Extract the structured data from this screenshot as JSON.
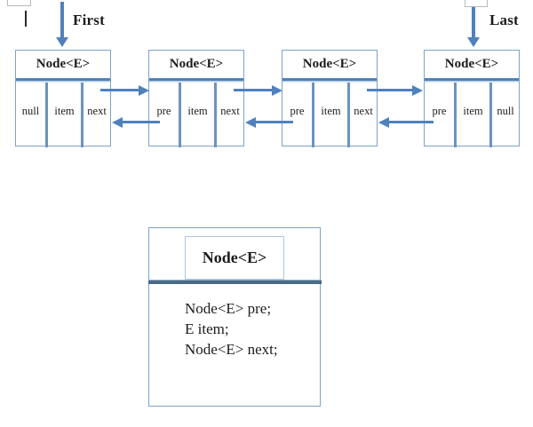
{
  "colors": {
    "arrow_blue": "#4f81bd",
    "node_border": "#7ba3cc",
    "cell_divider": "#6b93c0",
    "class_divider": "#4a6a88",
    "stub_border": "#b9b9b9",
    "text": "#1c1c1c",
    "background": "#ffffff"
  },
  "pointers": {
    "first": {
      "label": "First"
    },
    "last": {
      "label": "Last"
    }
  },
  "nodes": [
    {
      "title": "Node<E>",
      "cells": [
        "null",
        "item",
        "next"
      ]
    },
    {
      "title": "Node<E>",
      "cells": [
        "pre",
        "item",
        "next"
      ]
    },
    {
      "title": "Node<E>",
      "cells": [
        "pre",
        "item",
        "next"
      ]
    },
    {
      "title": "Node<E>",
      "cells": [
        "pre",
        "item",
        "null"
      ]
    }
  ],
  "class_box": {
    "title": "Node<E>",
    "fields": [
      "Node<E> pre;",
      "E item;",
      "Node<E> next;"
    ]
  }
}
